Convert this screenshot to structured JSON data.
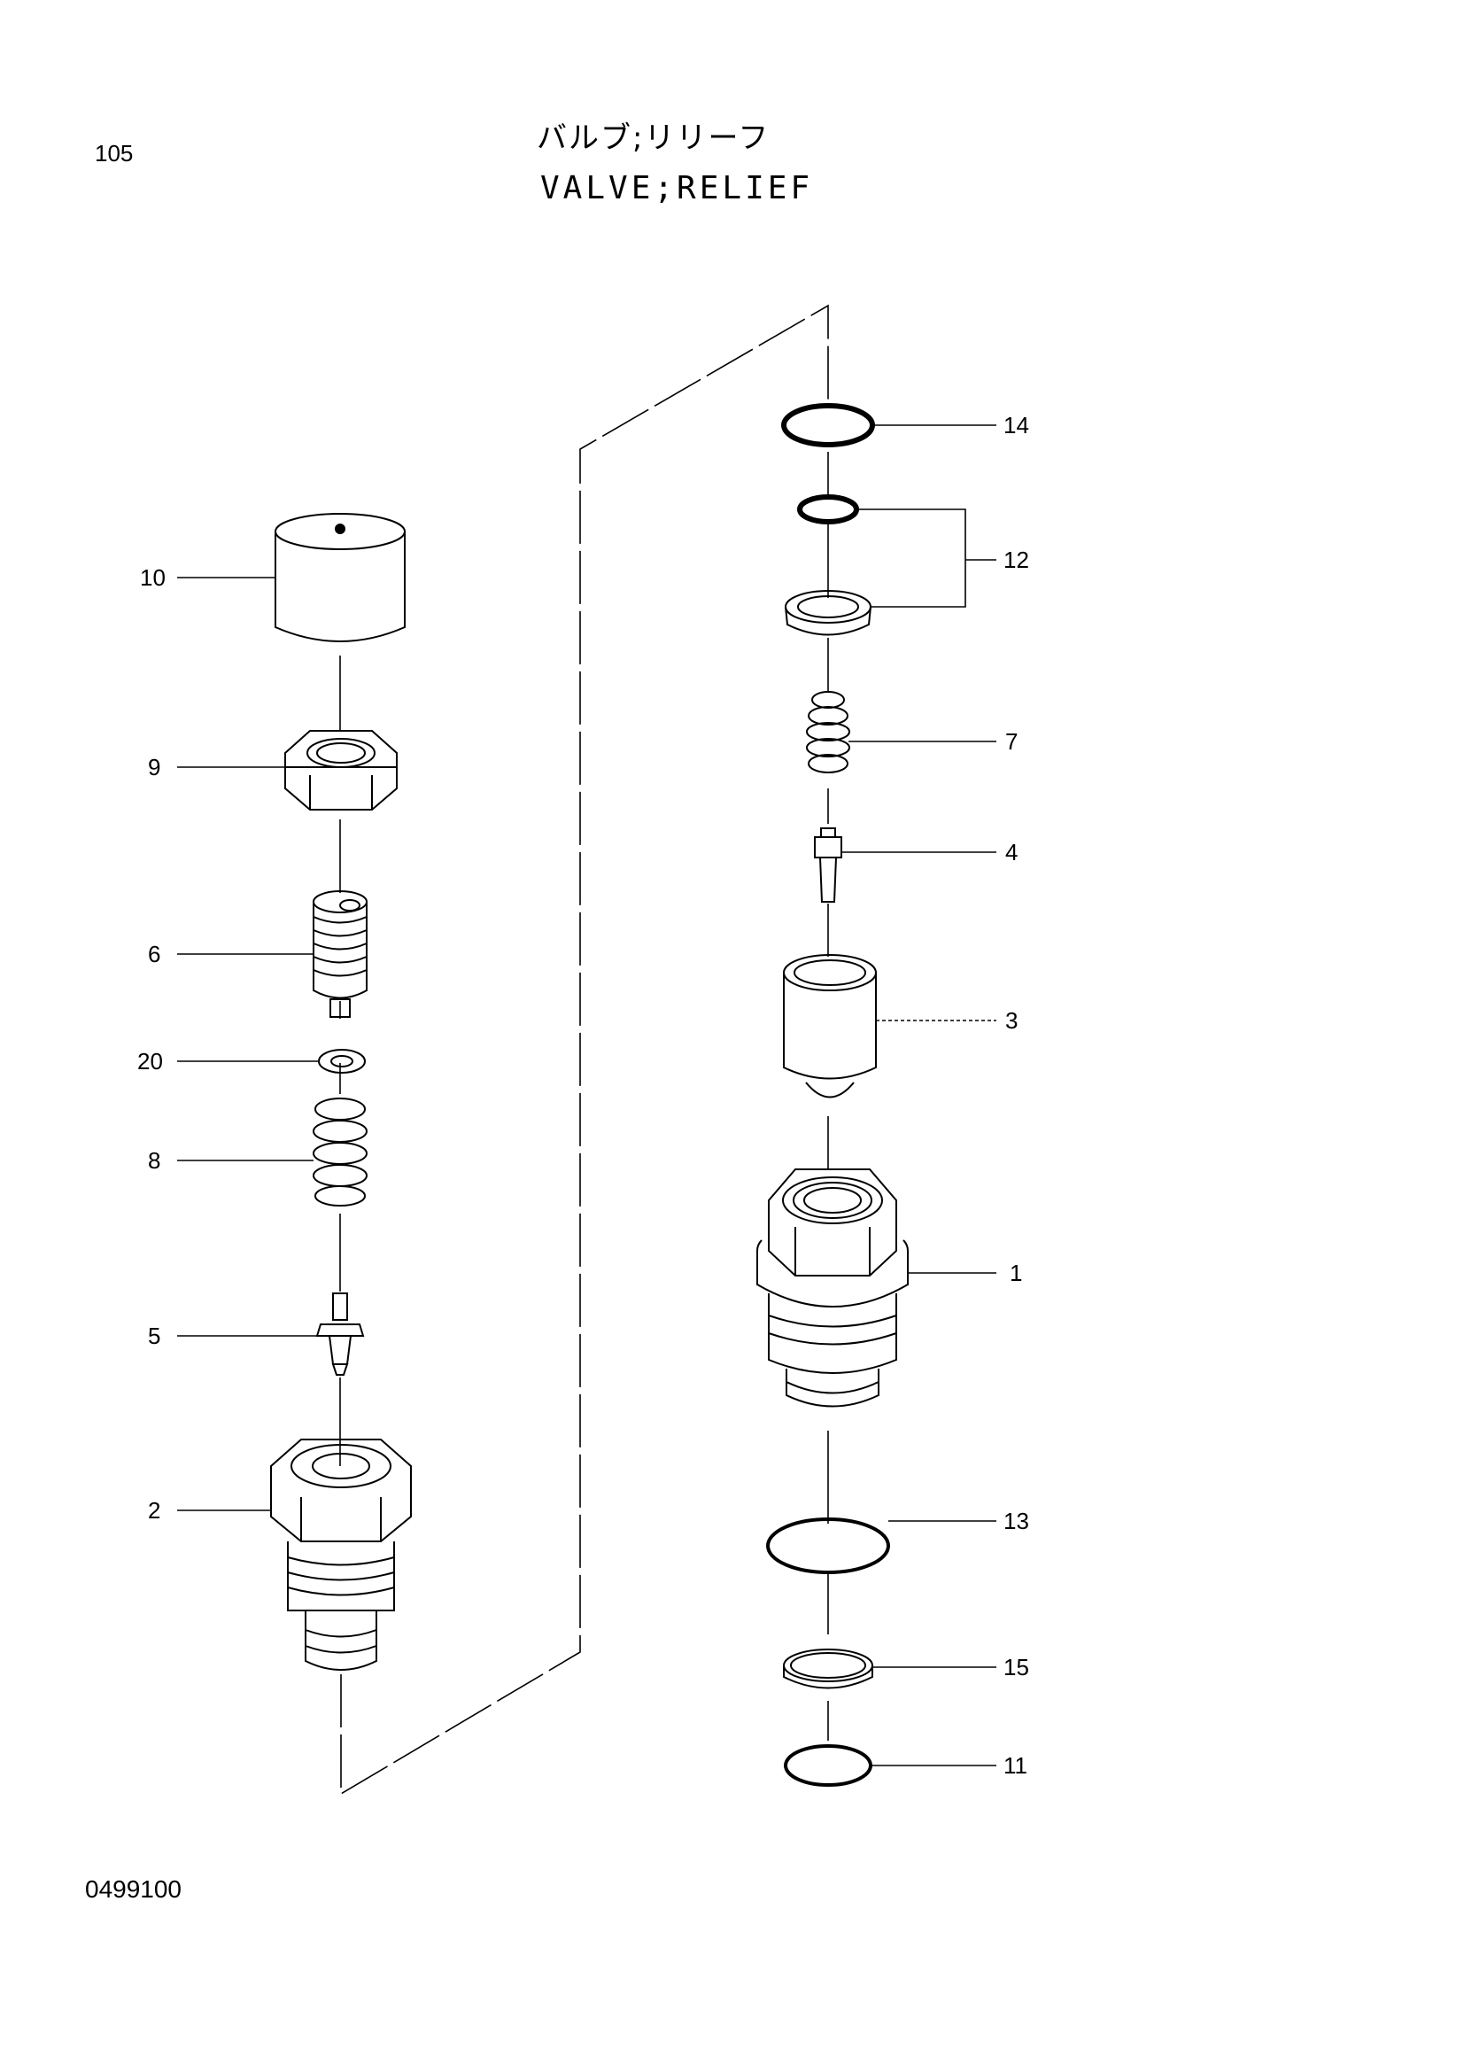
{
  "header": {
    "page_number": "105",
    "title_jp": "バルブ;リリーフ",
    "title_en": "VALVE;RELIEF"
  },
  "footer": {
    "drawing_code": "0499100"
  },
  "callouts": [
    {
      "id": "10",
      "label": "10"
    },
    {
      "id": "9",
      "label": "9"
    },
    {
      "id": "6",
      "label": "6"
    },
    {
      "id": "20",
      "label": "20"
    },
    {
      "id": "8",
      "label": "8"
    },
    {
      "id": "5",
      "label": "5"
    },
    {
      "id": "2",
      "label": "2"
    },
    {
      "id": "14",
      "label": "14"
    },
    {
      "id": "12",
      "label": "12"
    },
    {
      "id": "7",
      "label": "7"
    },
    {
      "id": "4",
      "label": "4"
    },
    {
      "id": "3",
      "label": "3"
    },
    {
      "id": "1",
      "label": "1"
    },
    {
      "id": "13",
      "label": "13"
    },
    {
      "id": "15",
      "label": "15"
    },
    {
      "id": "11",
      "label": "11"
    }
  ]
}
